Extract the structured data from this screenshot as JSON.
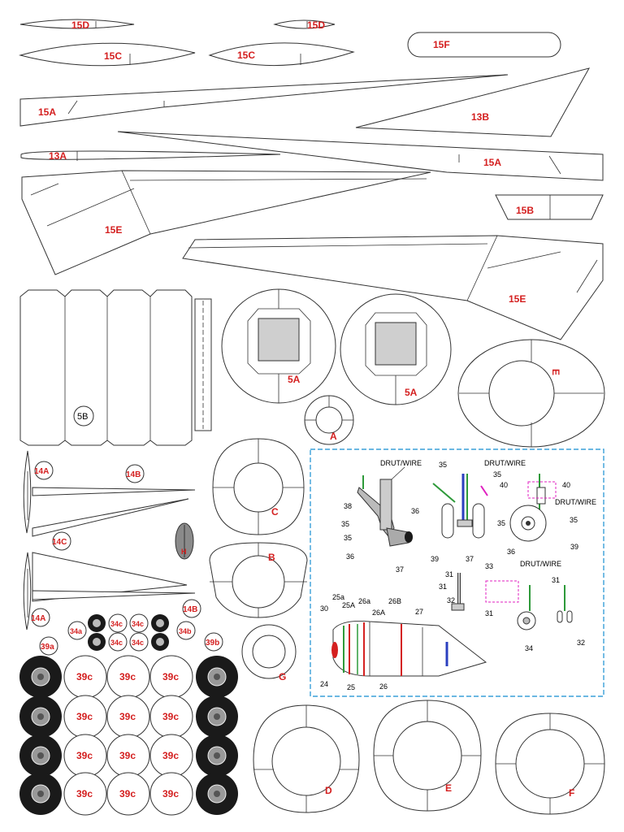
{
  "labels": {
    "p15D_left": "15D",
    "p15D_right": "15D",
    "p15C_left": "15C",
    "p15C_right": "15C",
    "p15F": "15F",
    "p15A_top": "15A",
    "p13B": "13B",
    "p13A": "13A",
    "p15A_mid": "15A",
    "p15E_left": "15E",
    "p15B": "15B",
    "p15E_right": "15E",
    "p5B": "5B",
    "p5A_left": "5A",
    "p5A_right": "5A",
    "pA": "A",
    "pE_small": "E",
    "pC": "C",
    "pB": "B",
    "pG": "G",
    "pH": "H",
    "p14A_top": "14A",
    "p14B_top": "14B",
    "p14C": "14C",
    "p14A_bot": "14A",
    "p14B_bot": "14B",
    "p34a": "34a",
    "p34b": "34b",
    "p34c": "34c",
    "p39a": "39a",
    "p39b": "39b",
    "p39c": "39c",
    "pD": "D",
    "pE": "E",
    "pF": "F"
  },
  "inset": {
    "drut_wire": "DRUT/WIRE",
    "n24": "24",
    "n25": "25",
    "n25a": "25a",
    "n25A": "25A",
    "n26": "26",
    "n26a": "26a",
    "n26A": "26A",
    "n26B": "26B",
    "n27": "27",
    "n30": "30",
    "n31": "31",
    "n32": "32",
    "n33": "33",
    "n34": "34",
    "n35": "35",
    "n36": "36",
    "n37": "37",
    "n38": "38",
    "n39": "39",
    "n40": "40"
  },
  "colors": {
    "label_red": "#d42020",
    "inset_border": "#3aa0d8",
    "strut_green": "#2e9a3a",
    "strut_blue": "#2a3fbf",
    "tire_black": "#1a1a1a"
  }
}
